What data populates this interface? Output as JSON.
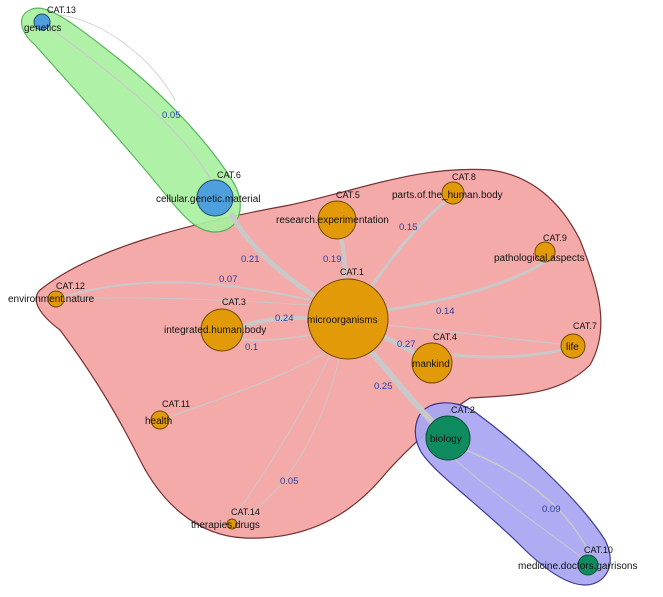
{
  "colors": {
    "group_red_fill": "#f5a3a3",
    "group_red_stroke": "#6b1f1f",
    "group_green_fill": "#a9f0a0",
    "group_green_stroke": "#4caf50",
    "group_blue_fill": "#a9a6f2",
    "group_blue_stroke": "#2d2a8c",
    "node_orange": "#e39a08",
    "node_orange_stroke": "#6b4a00",
    "node_blue": "#4ea0dc",
    "node_green": "#0f8c5f",
    "edge": "#c9c9c9",
    "edge_label": "#2a3f9e"
  },
  "nodes": {
    "n1": {
      "cat": "CAT.1",
      "name": "microorganisms"
    },
    "n2": {
      "cat": "CAT.2",
      "name": "biology"
    },
    "n3": {
      "cat": "CAT.3",
      "name": "integrated.human.body"
    },
    "n4": {
      "cat": "CAT.4",
      "name": "mankind"
    },
    "n5": {
      "cat": "CAT.5",
      "name": "research.experimentation"
    },
    "n6": {
      "cat": "CAT.6",
      "name": "cellular.genetic.material"
    },
    "n7": {
      "cat": "CAT.7",
      "name": "life"
    },
    "n8": {
      "cat": "CAT.8",
      "name": "parts.of.the_human.body"
    },
    "n9": {
      "cat": "CAT.9",
      "name": "pathological.aspects"
    },
    "n10": {
      "cat": "CAT.10",
      "name": "medicine.doctors.garrisons"
    },
    "n11": {
      "cat": "CAT.11",
      "name": "health"
    },
    "n12": {
      "cat": "CAT.12",
      "name": "environment.nature"
    },
    "n13": {
      "cat": "CAT.13",
      "name": "genetics"
    },
    "n14": {
      "cat": "CAT.14",
      "name": "therapies.drugs"
    }
  },
  "edge_labels": {
    "e_6_13": "0.05",
    "e_1_6": "0.21",
    "e_1_5": "0.19",
    "e_1_8": "0.15",
    "e_1_12": "0.07",
    "e_1_3_a": "0.24",
    "e_1_3_b": "0.1",
    "e_1_9": "0.14",
    "e_1_4": "0.27",
    "e_1_2": "0.25",
    "e_1_14": "0.05",
    "e_2_10": "0.09"
  }
}
